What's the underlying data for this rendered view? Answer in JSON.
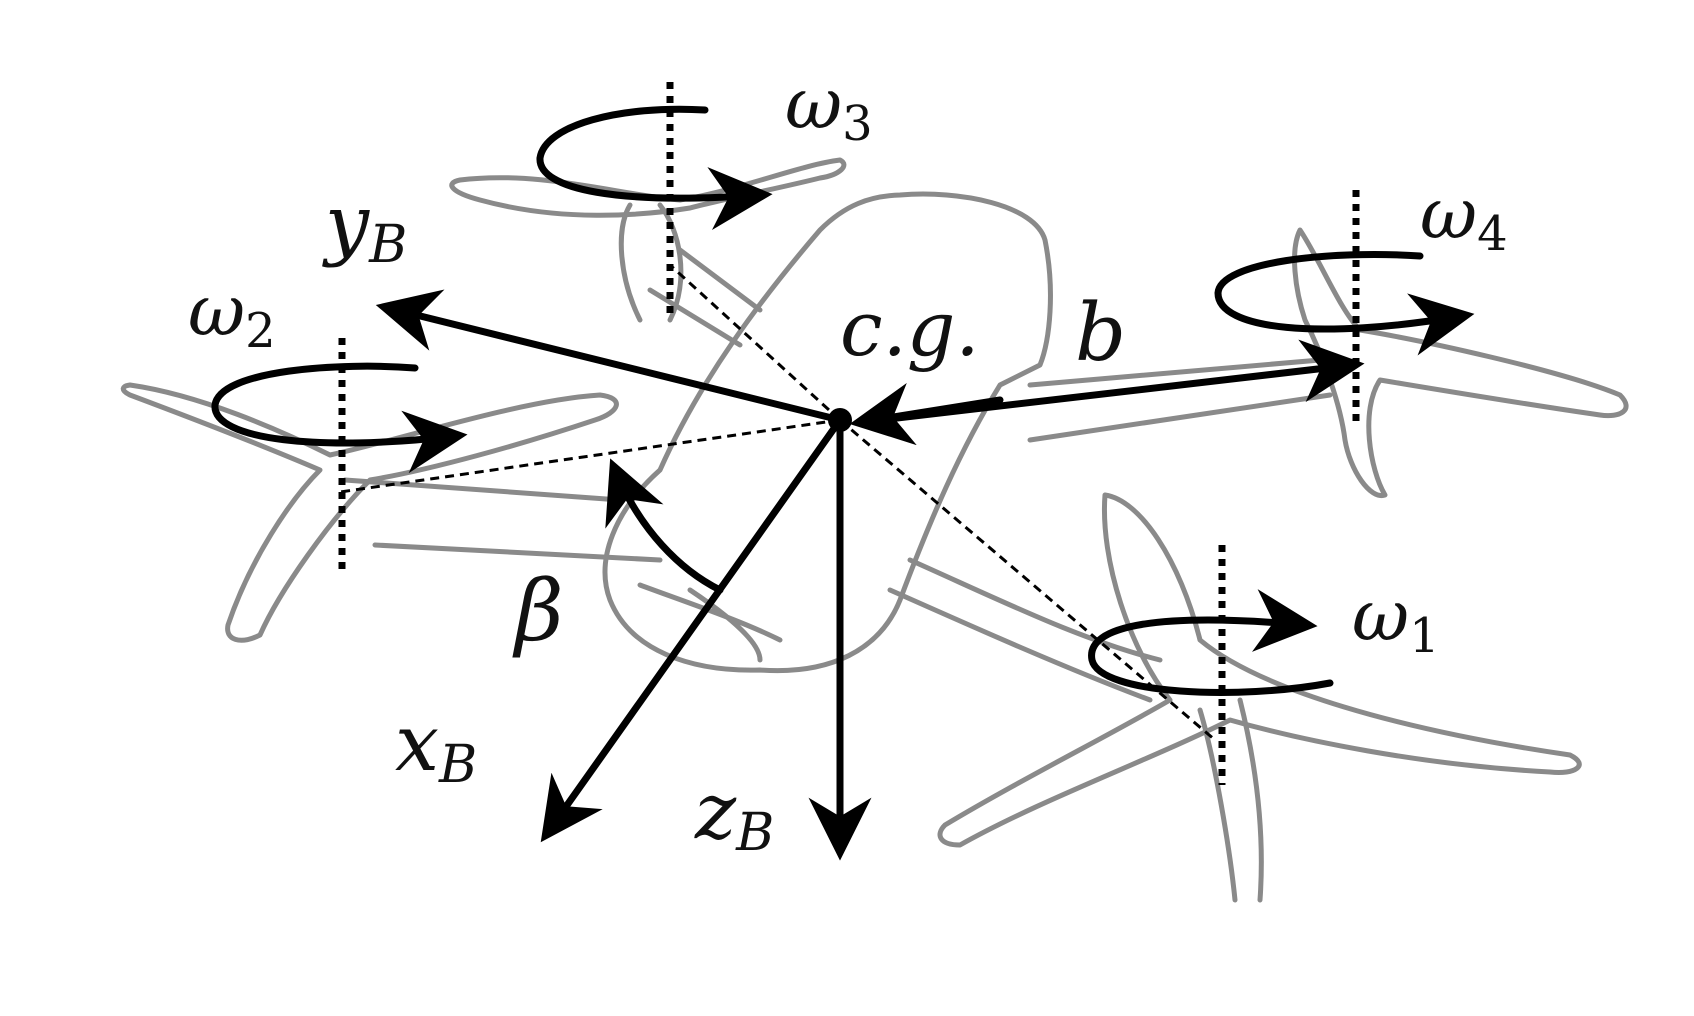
{
  "labels": {
    "omega1": {
      "base": "ω",
      "sub": "1"
    },
    "omega2": {
      "base": "ω",
      "sub": "2"
    },
    "omega3": {
      "base": "ω",
      "sub": "3"
    },
    "omega4": {
      "base": "ω",
      "sub": "4"
    },
    "xB": {
      "base": "x",
      "sub": "B"
    },
    "yB": {
      "base": "y",
      "sub": "B"
    },
    "zB": {
      "base": "z",
      "sub": "B"
    },
    "cg": "c.g.",
    "b": "b",
    "beta": "β"
  },
  "colors": {
    "ink": "#000000",
    "drone_outline": "#8a8a8a"
  }
}
